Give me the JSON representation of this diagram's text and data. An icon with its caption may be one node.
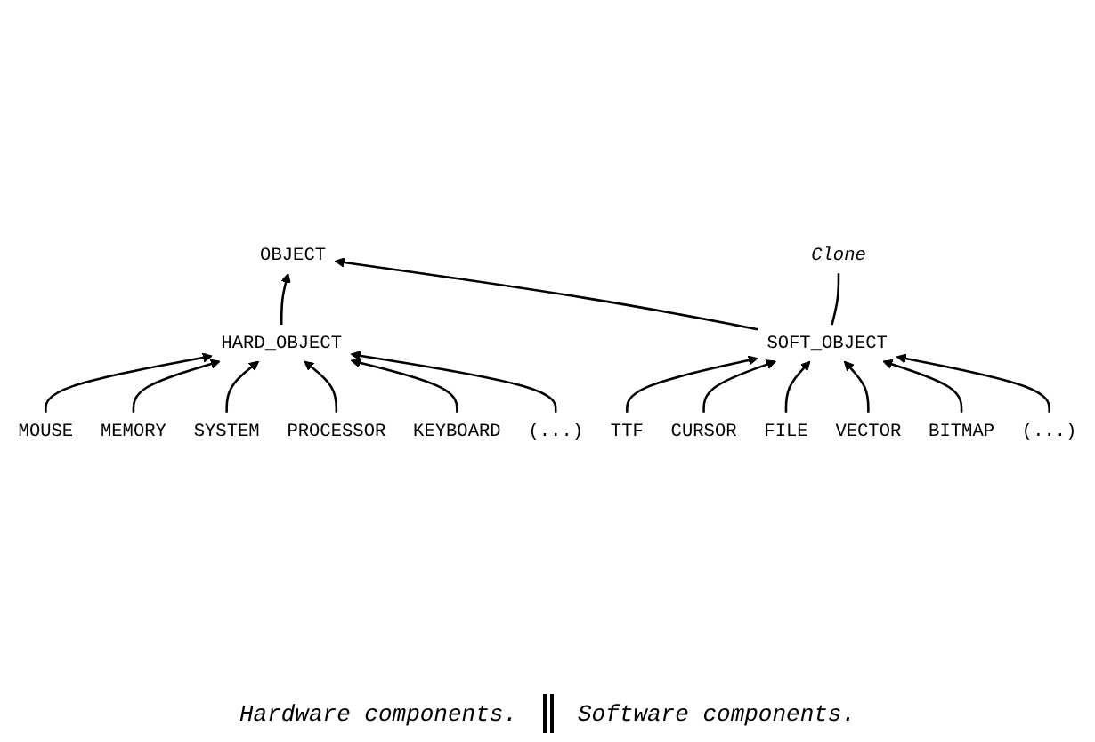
{
  "diagram": {
    "nodes": [
      {
        "text": [
          "OBJECT"
        ]
      },
      {
        "text": [
          "HARD_OBJECT"
        ]
      },
      {
        "text": [
          "SOFT_OBJECT"
        ]
      },
      {
        "text": [
          "Clone"
        ]
      },
      {
        "text": [
          "MOUSE"
        ]
      },
      {
        "text": [
          "MEMORY"
        ]
      },
      {
        "text": [
          "SYSTEM"
        ]
      },
      {
        "text": [
          "PROCESSOR"
        ]
      },
      {
        "text": [
          "KEYBOARD"
        ]
      },
      {
        "text": [
          "(...)"
        ]
      },
      {
        "text": [
          "TTF"
        ]
      },
      {
        "text": [
          "CURSOR"
        ]
      },
      {
        "text": [
          "FILE"
        ]
      },
      {
        "text": [
          "VECTOR"
        ]
      },
      {
        "text": [
          "BITMAP"
        ]
      },
      {
        "text": [
          "(...)"
        ]
      }
    ],
    "edges": [
      {
        "from": 1,
        "to": 0,
        "arrow": "to"
      },
      {
        "from": 2,
        "to": 0,
        "arrow": "to"
      },
      {
        "from": 2,
        "to": 3,
        "arrow": "none"
      },
      {
        "from": 4,
        "to": 1,
        "arrow": "to"
      },
      {
        "from": 5,
        "to": 1,
        "arrow": "to"
      },
      {
        "from": 6,
        "to": 1,
        "arrow": "to"
      },
      {
        "from": 7,
        "to": 1,
        "arrow": "to"
      },
      {
        "from": 8,
        "to": 1,
        "arrow": "to"
      },
      {
        "from": 9,
        "to": 1,
        "arrow": "to"
      },
      {
        "from": 10,
        "to": 2,
        "arrow": "to"
      },
      {
        "from": 11,
        "to": 2,
        "arrow": "to"
      },
      {
        "from": 12,
        "to": 2,
        "arrow": "to"
      },
      {
        "from": 13,
        "to": 2,
        "arrow": "to"
      },
      {
        "from": 14,
        "to": 2,
        "arrow": "to"
      },
      {
        "from": 15,
        "to": 2,
        "arrow": "to"
      }
    ],
    "labels": [
      "Hardware components.",
      "Software components."
    ]
  }
}
